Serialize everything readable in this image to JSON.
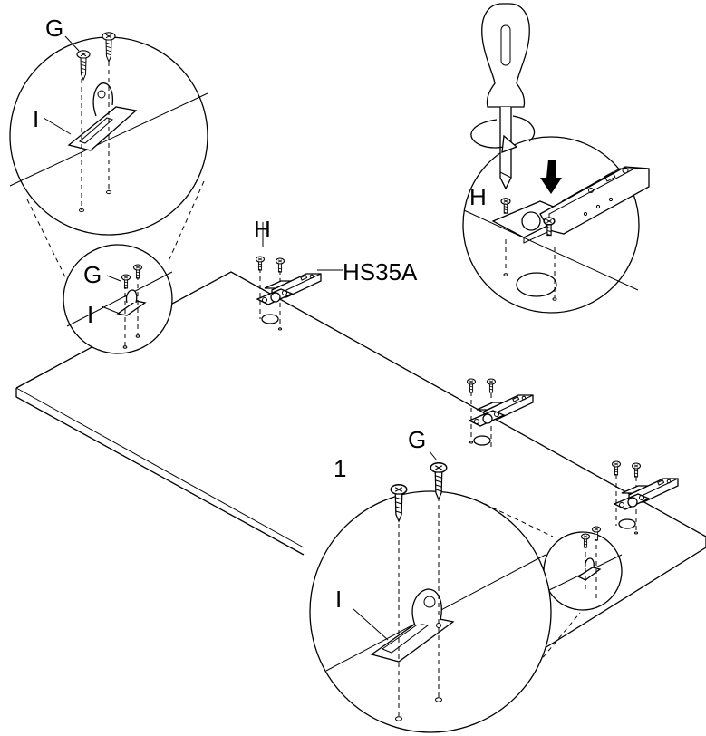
{
  "labels": {
    "step": "1",
    "g_top": "G",
    "i_top": "I",
    "h_top": "H",
    "hinge": "HS35A",
    "g_small": "G",
    "i_small": "I",
    "h_right": "H",
    "g_big": "G",
    "i_big": "I"
  },
  "colors": {
    "ink": "#000000",
    "paper": "#ffffff"
  },
  "icons": [
    "screwdriver-icon",
    "down-arrow-icon",
    "rotation-arrow-icon",
    "cross-head-screw-icon",
    "hinge-icon",
    "mounting-plate-icon"
  ]
}
